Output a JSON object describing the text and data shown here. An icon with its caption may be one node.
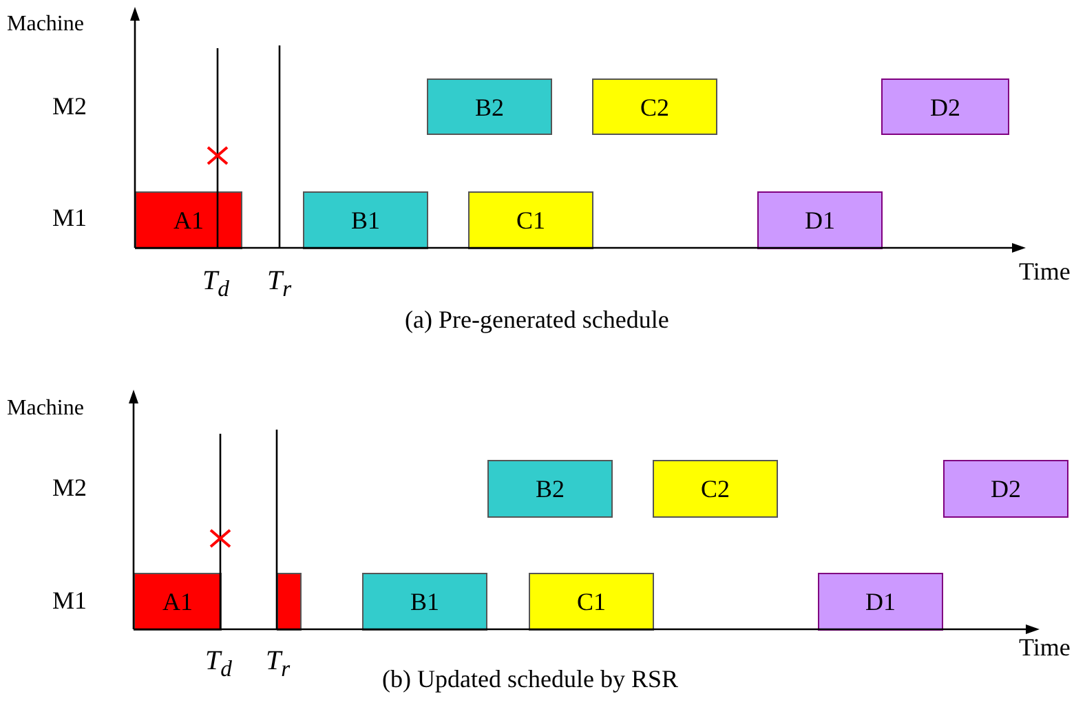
{
  "diagram": {
    "nodes": [
      {
        "text": [
          "B2"
        ]
      },
      {
        "text": [
          "C2"
        ]
      },
      {
        "text": [
          "D2"
        ]
      },
      {
        "text": [
          "A1"
        ]
      },
      {
        "text": [
          "B1"
        ]
      },
      {
        "text": [
          "C1"
        ]
      },
      {
        "text": [
          "D1"
        ]
      },
      {
        "text": [
          "B2"
        ]
      },
      {
        "text": [
          "C2"
        ]
      },
      {
        "text": [
          "D2"
        ]
      },
      {
        "text": [
          "A1"
        ]
      },
      {
        "text": [],
        "shape": "bar"
      },
      {
        "text": [
          "B1"
        ]
      },
      {
        "text": [
          "C1"
        ]
      },
      {
        "text": [
          "D1"
        ]
      }
    ],
    "edges": [],
    "labels": [
      "Machine",
      "M2",
      "M1",
      "T$_{d}$",
      "T$_{r}$",
      "Time",
      "(a)  Pre-generated schedule",
      "Machine",
      "M2",
      "M1",
      "T$_{d}$",
      "T$_{r}$",
      "Time",
      "(b)  Updated schedule by RSR"
    ]
  }
}
